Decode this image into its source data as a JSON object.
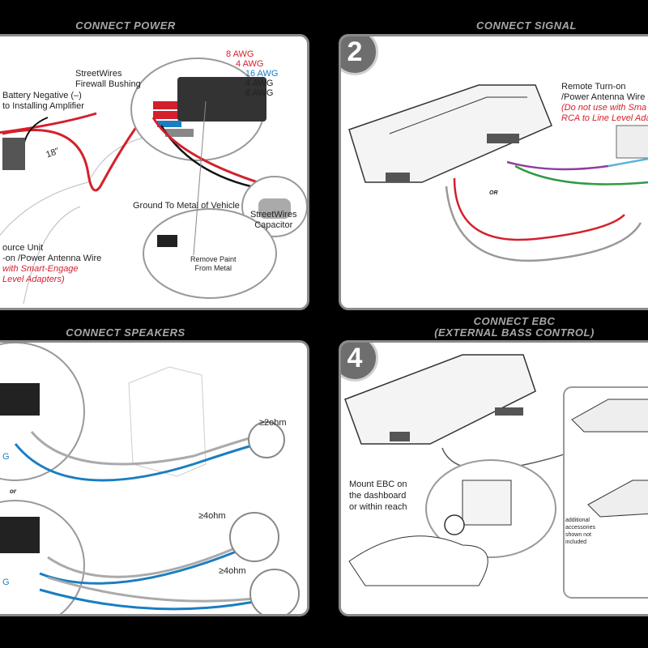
{
  "sections": {
    "power": {
      "title": "CONNECT POWER",
      "labels": {
        "bushing": [
          "StreetWires",
          "Firewall Bushing"
        ],
        "battery": [
          "Battery Negative (–)",
          "to Installing Amplifier"
        ],
        "distance": "18\"",
        "source": [
          "ource Unit",
          "-on /Power Antenna Wire"
        ],
        "source_note": [
          "with Smart-Engage",
          "Level Adapters)"
        ],
        "ground": "Ground To Metal of Vehicle",
        "capacitor": [
          "StreetWires",
          "Capacitor"
        ],
        "paint": [
          "Remove Paint",
          "From Metal"
        ],
        "gauges": [
          "8 AWG",
          "4 AWG",
          "16 AWG",
          "4 AWG",
          "8 AWG"
        ]
      }
    },
    "signal": {
      "number": "2",
      "title": "CONNECT SIGNAL",
      "labels": {
        "remote": [
          "Remote Turn-on",
          "/Power Antenna Wire"
        ],
        "remote_note": [
          "(Do not use with Sma",
          "RCA to Line Level Ada"
        ],
        "or": "OR"
      }
    },
    "speakers": {
      "title": "CONNECT SPEAKERS",
      "labels": {
        "ohm2": "≥2ohm",
        "ohm4a": "≥4ohm",
        "ohm4b": "≥4ohm",
        "or": "or",
        "g1": "G",
        "g2": "G"
      }
    },
    "ebc": {
      "number": "4",
      "title": [
        "CONNECT EBC",
        "(EXTERNAL BASS CONTROL)"
      ],
      "labels": {
        "mount": [
          "Mount EBC on",
          "the dashboard",
          "or within reach"
        ],
        "accessories": [
          "additional",
          "accessories",
          "shown not",
          "included"
        ]
      }
    }
  },
  "colors": {
    "power_wire": "#d4202c",
    "remote_wire": "#1a7ec0",
    "ground_wire": "#111111",
    "background": "#000000",
    "panel_border": "#8a8a8a"
  }
}
